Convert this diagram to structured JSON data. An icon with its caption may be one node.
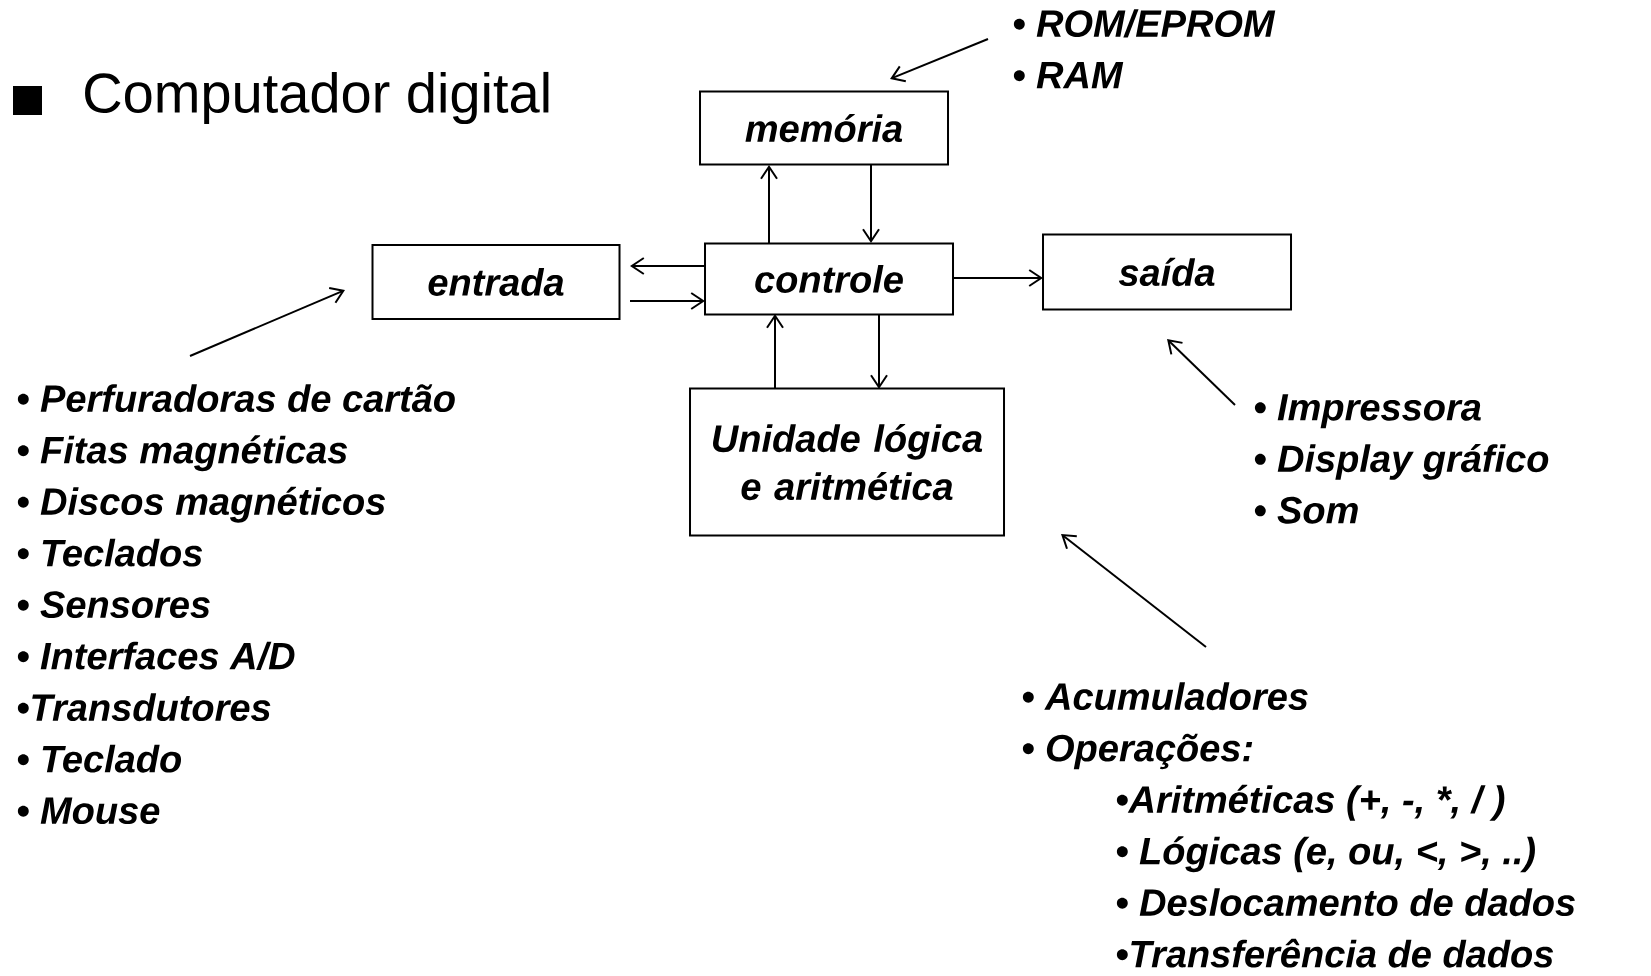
{
  "diagram": {
    "title": "Computador digital",
    "nodes": [
      {
        "text": [
          "memória"
        ]
      },
      {
        "text": [
          "entrada"
        ]
      },
      {
        "text": [
          "controle"
        ]
      },
      {
        "text": [
          "saída"
        ]
      },
      {
        "text": [
          "Unidade lógica e aritmética"
        ]
      },
      {
        "text": [
          "• ROM/EPROM",
          "• RAM"
        ]
      },
      {
        "text": [
          "• Perfuradoras de cartão",
          "• Fitas magnéticas",
          "• Discos magnéticos",
          "• Teclados",
          "• Sensores",
          "• Interfaces A/D",
          "•Transdutores",
          "• Teclado",
          "• Mouse"
        ]
      },
      {
        "text": [
          "• Impressora",
          "• Display gráfico",
          "• Som"
        ]
      },
      {
        "text": [
          "• Acumuladores",
          "• Operações:",
          "•Aritméticas (+, -, *, / )",
          "• Lógicas (e, ou, <, >, ..)",
          "• Deslocamento de dados",
          "•Transferência de dados"
        ]
      }
    ],
    "edges": [
      {
        "from": 2,
        "to": 0,
        "arrow": "to"
      },
      {
        "from": 0,
        "to": 2,
        "arrow": "to"
      },
      {
        "from": 2,
        "to": 1,
        "arrow": "to"
      },
      {
        "from": 1,
        "to": 2,
        "arrow": "to"
      },
      {
        "from": 2,
        "to": 3,
        "arrow": "to"
      },
      {
        "from": 4,
        "to": 2,
        "arrow": "to"
      },
      {
        "from": 2,
        "to": 4,
        "arrow": "to"
      },
      {
        "from": 5,
        "to": 0,
        "arrow": "to"
      },
      {
        "from": 6,
        "to": 1,
        "arrow": "to"
      },
      {
        "from": 7,
        "to": 3,
        "arrow": "to"
      },
      {
        "from": 8,
        "to": 4,
        "arrow": "to"
      }
    ]
  }
}
